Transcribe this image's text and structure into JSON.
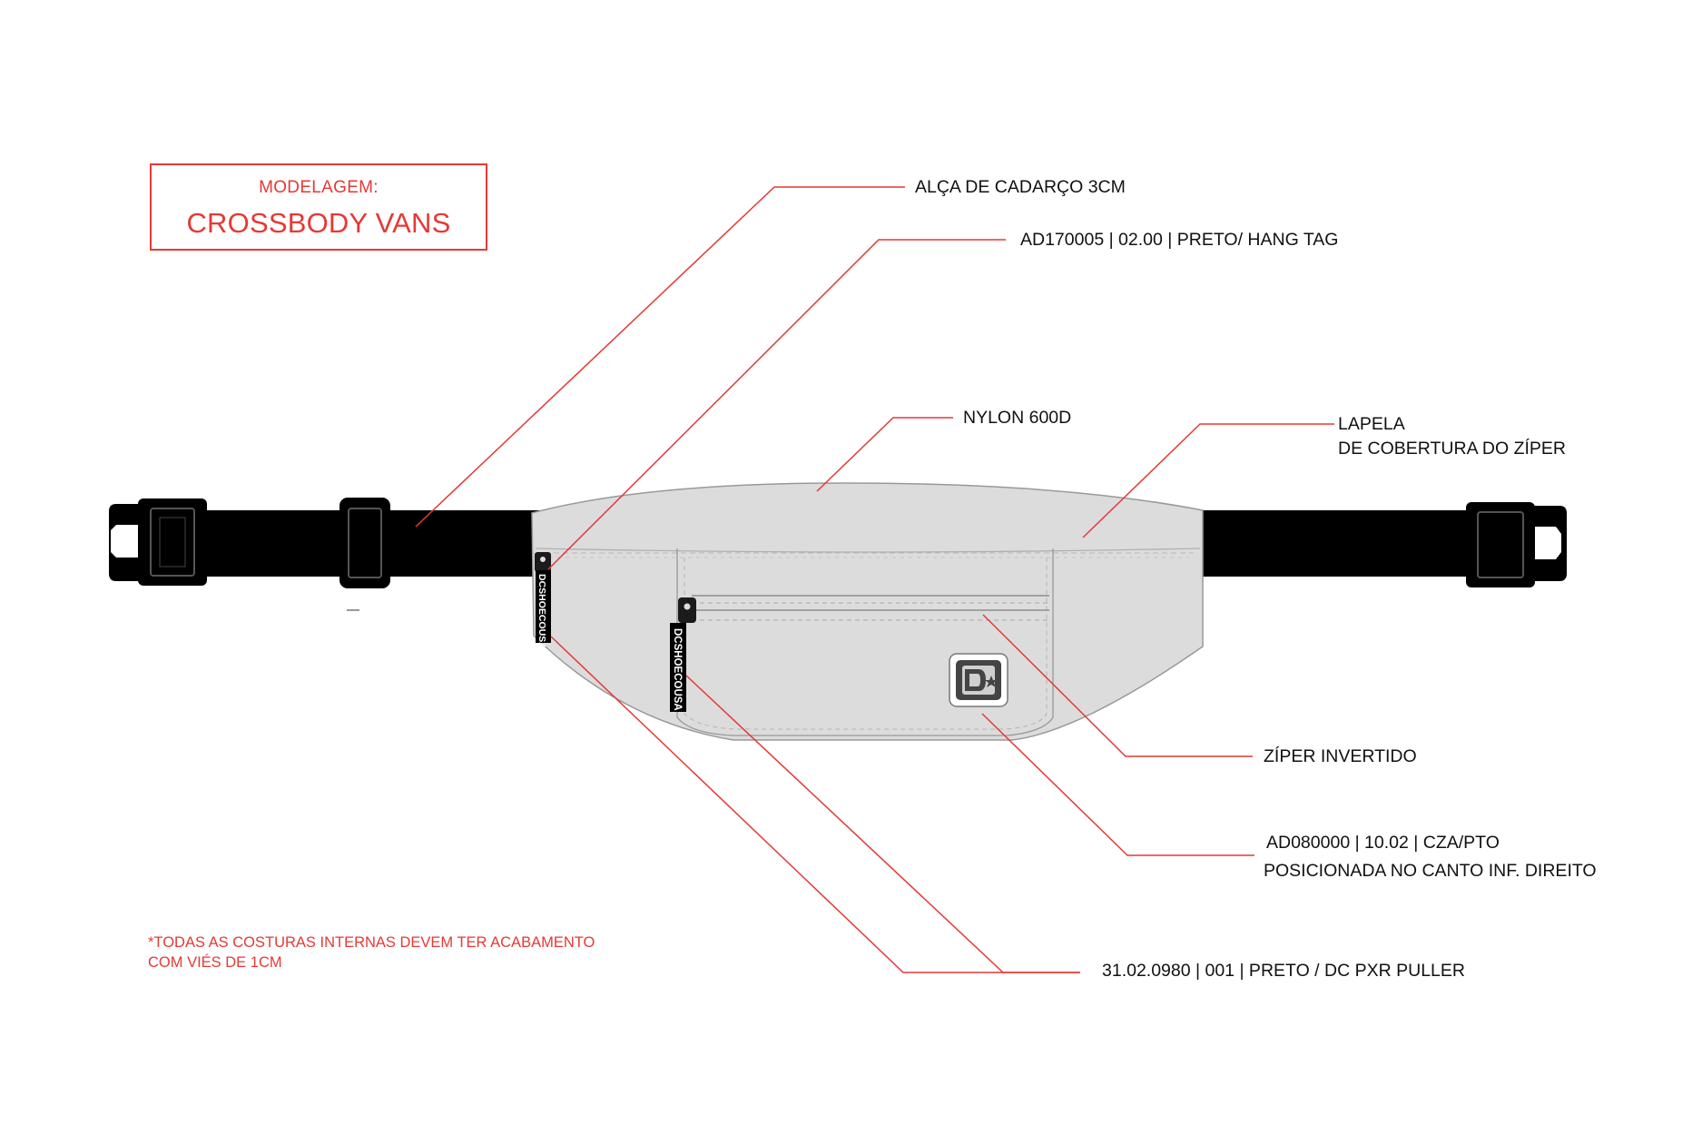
{
  "title": {
    "label": "MODELAGEM:",
    "name": "CROSSBODY VANS"
  },
  "annotations": {
    "strap": "ALÇA DE CADARÇO 3CM",
    "hang_tag": "AD170005 | 02.00 | PRETO/ HANG TAG",
    "nylon": "NYLON 600D",
    "lapel_line1": "LAPELA",
    "lapel_line2": "DE COBERTURA DO ZÍPER",
    "zipper": "ZÍPER INVERTIDO",
    "badge_line1": "AD080000 | 10.02 | CZA/PTO",
    "badge_line2": "POSICIONADA NO CANTO INF. DIREITO",
    "puller": "31.02.0980 | 001 | PRETO /  DC PXR PULLER"
  },
  "note": {
    "line1": "*TODAS AS COSTURAS INTERNAS DEVEM TER ACABAMENTO",
    "line2": "COM VIÉS DE 1CM"
  },
  "puller_text": "DCSHOECOUSA",
  "colors": {
    "accent": "#e53935",
    "bag_body": "#dcdcdc",
    "strap": "#000000"
  }
}
